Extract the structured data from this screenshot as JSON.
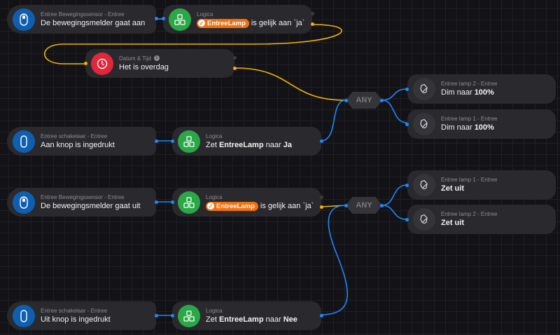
{
  "colors": {
    "wire_blue": "#1e88ff",
    "wire_yellow": "#f0b400",
    "sensor_blue": "#0f5fb0",
    "logic_green": "#2aa847",
    "time_red": "#e0283a",
    "tag_orange": "#f0700e"
  },
  "nodes": {
    "motion_on": {
      "subtitle": "Entree Bewegingssensor - Entree",
      "title": "De bewegingsmelder gaat aan",
      "icon": "motion-sensor-icon"
    },
    "logic1": {
      "subtitle": "Logica",
      "tag": "EntreeLamp",
      "rest": "is gelijk aan `ja`",
      "icon": "logic-blocks-icon"
    },
    "time": {
      "subtitle": "Datum & Tijd",
      "title": "Het is overdag",
      "icon": "clock-icon"
    },
    "switch_on": {
      "subtitle": "Entree schakelaar - Entree",
      "title": "Aan knop is ingedrukt",
      "icon": "switch-icon"
    },
    "logic2": {
      "subtitle": "Logica",
      "pre": "Zet",
      "var": "EntreeLamp",
      "mid": "naar",
      "val": "Ja",
      "icon": "logic-blocks-icon"
    },
    "any1": {
      "label": "ANY"
    },
    "lamp2_dim": {
      "subtitle": "Entree lamp 2 - Entree",
      "pre": "Dim naar",
      "val": "100%",
      "icon": "lamp-icon"
    },
    "lamp1_dim": {
      "subtitle": "Entree lamp 1 - Entree",
      "pre": "Dim naar",
      "val": "100%",
      "icon": "lamp-icon"
    },
    "motion_off": {
      "subtitle": "Entree Bewegingssensor - Entree",
      "title": "De bewegingsmelder gaat uit",
      "icon": "motion-sensor-icon"
    },
    "logic3": {
      "subtitle": "Logica",
      "tag": "EntreeLamp",
      "rest": "is gelijk aan `ja`",
      "icon": "logic-blocks-icon"
    },
    "any2": {
      "label": "ANY"
    },
    "lamp1_off": {
      "subtitle": "Entree lamp 1 - Entree",
      "title": "Zet uit",
      "icon": "lamp-icon"
    },
    "lamp2_off": {
      "subtitle": "Entree lamp 2 - Entree",
      "title": "Zet uit",
      "icon": "lamp-icon"
    },
    "switch_off": {
      "subtitle": "Entree schakelaar - Entree",
      "title": "Uit knop is ingedrukt",
      "icon": "switch-icon"
    },
    "logic4": {
      "subtitle": "Logica",
      "pre": "Zet",
      "var": "EntreeLamp",
      "mid": "naar",
      "val": "Nee",
      "icon": "logic-blocks-icon"
    }
  }
}
